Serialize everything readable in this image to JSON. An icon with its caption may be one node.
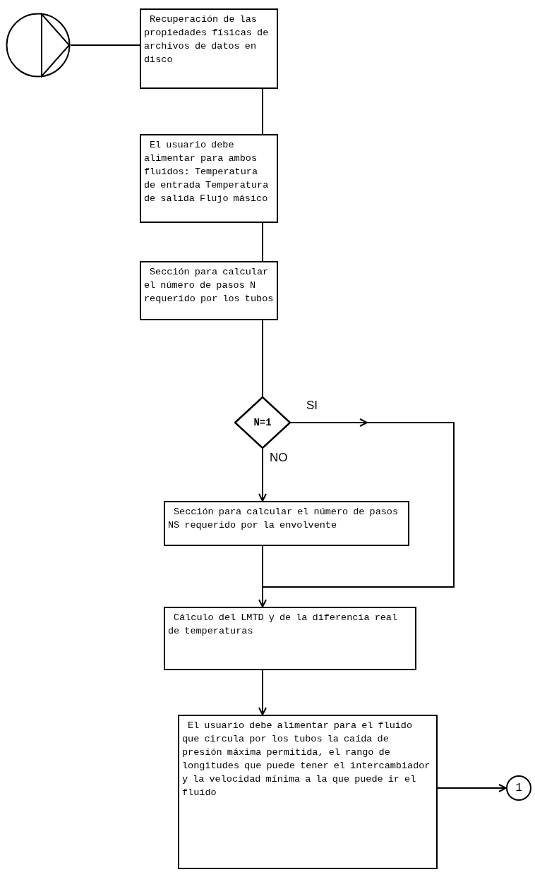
{
  "diagram": {
    "nodes": [
      {
        "text": [],
        "shape": "circle"
      },
      {
        "text": [
          "Recuperación de las propiedades físicas de archivos de datos en disco"
        ]
      },
      {
        "text": [
          "El usuario debe alimentar para ambos fluidos: Temperatura de entrada Temperatura de salida Flujo másico"
        ]
      },
      {
        "text": [
          "Sección para calcular el número de pasos N requerido por los tubos"
        ]
      },
      {
        "text": [
          "N=1"
        ]
      },
      {
        "text": [
          "Sección para calcular el número de pasos NS requerido por la envolvente"
        ]
      },
      {
        "text": [
          "Cálculo del LMTD y de la diferencia real de temperaturas"
        ]
      },
      {
        "text": [
          "El usuario debe alimentar para el fluido que circula por los tubos la caída de presión máxima permitida, el rango de longitudes que puede tener el intercambiador y la velocidad mínima a la que puede ir el fluido"
        ]
      },
      {
        "text": [
          "1"
        ]
      }
    ],
    "edges": [
      {
        "from": 0,
        "to": 1,
        "arrow": "none"
      },
      {
        "from": 1,
        "to": 2,
        "arrow": "none"
      },
      {
        "from": 2,
        "to": 3,
        "arrow": "none"
      },
      {
        "from": 3,
        "to": 4,
        "arrow": "none"
      },
      {
        "from": 4,
        "to": 5,
        "arrow": "to",
        "label": "NO"
      },
      {
        "from": 4,
        "to": 6,
        "arrow": "to",
        "label": "SI"
      },
      {
        "from": 5,
        "to": 6,
        "arrow": "none"
      },
      {
        "from": 6,
        "to": 7,
        "arrow": "to"
      },
      {
        "from": 7,
        "to": 8,
        "arrow": "to"
      }
    ]
  }
}
